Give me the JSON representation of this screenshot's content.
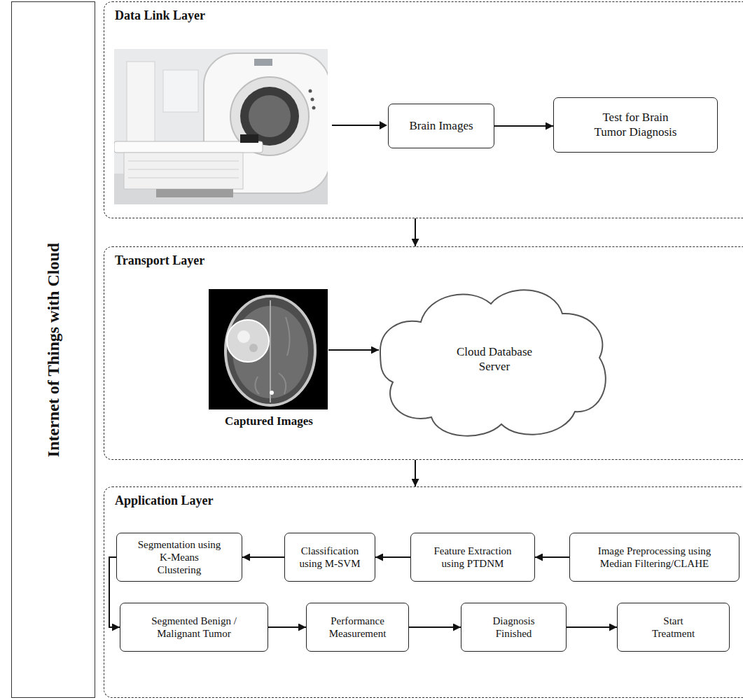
{
  "diagram": {
    "nodes": [
      {
        "text": [
          "Internet of Things with Cloud"
        ]
      },
      {
        "text": [
          "Data Link Layer"
        ]
      },
      {
        "text": [
          "Brain Images"
        ],
        "in": 1
      },
      {
        "text": [
          "Test for Brain Tumor Diagnosis"
        ],
        "in": 1
      },
      {
        "text": [
          "Transport Layer"
        ]
      },
      {
        "text": [
          "Captured Images"
        ],
        "in": 4
      },
      {
        "text": [
          "Cloud Database Server"
        ],
        "in": 4
      },
      {
        "text": [
          "Application Layer"
        ]
      },
      {
        "text": [
          "Segmentation using K-Means Clustering"
        ],
        "in": 7
      },
      {
        "text": [
          "Classification using M-SVM"
        ],
        "in": 7
      },
      {
        "text": [
          "Feature Extraction using PTDNM"
        ],
        "in": 7
      },
      {
        "text": [
          "Image Preprocessing using Median Filtering/CLAHE"
        ],
        "in": 7
      },
      {
        "text": [
          "Segmented Benign / Malignant Tumor"
        ],
        "in": 7
      },
      {
        "text": [
          "Performance Measurement"
        ],
        "in": 7
      },
      {
        "text": [
          "Diagnosis Finished"
        ],
        "in": 7
      },
      {
        "text": [
          "Start Treatment"
        ],
        "in": 7
      }
    ],
    "edges": [
      {
        "from": 1,
        "to": 4,
        "arrow": "to"
      },
      {
        "from": 4,
        "to": 7,
        "arrow": "to"
      },
      {
        "from": 2,
        "to": 3,
        "arrow": "to"
      },
      {
        "from": 5,
        "to": 6,
        "arrow": "to"
      },
      {
        "from": 11,
        "to": 10,
        "arrow": "to"
      },
      {
        "from": 10,
        "to": 9,
        "arrow": "to"
      },
      {
        "from": 9,
        "to": 8,
        "arrow": "to"
      },
      {
        "from": 8,
        "to": 12,
        "arrow": "to"
      },
      {
        "from": 12,
        "to": 13,
        "arrow": "to"
      },
      {
        "from": 13,
        "to": 14,
        "arrow": "to"
      },
      {
        "from": 14,
        "to": 15,
        "arrow": "to"
      }
    ]
  }
}
